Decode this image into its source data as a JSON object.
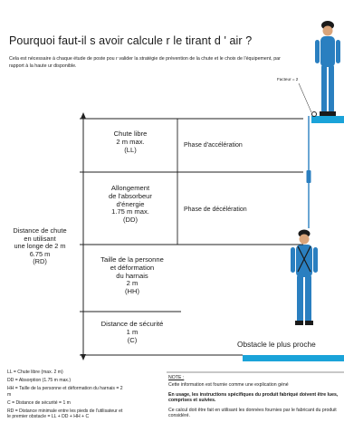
{
  "title": "Pourquoi faut-il s    avoir calcule   r le tirant d ' air ?",
  "intro": "Cela est nécessaire à chaque étude de poste pou      r valider la stratégie de prévention de la chute et le choix de l'équipement, par rapport à la haute       ur disponible.",
  "facteur": "Facteur = 2",
  "segments": {
    "ll": [
      "Chute libre",
      "2 m max.",
      "(LL)"
    ],
    "dd": [
      "Allongement",
      "de l'absorbeur",
      "d'énergie",
      "1.75 m max.",
      "(DD)"
    ],
    "hh": [
      "Taille de la personne",
      "et déformation",
      "du harnais",
      "2 m",
      "(HH)"
    ],
    "c": [
      "Distance de sécurité",
      "1 m",
      "(C)"
    ]
  },
  "phases": {
    "accel": "Phase d'accélération",
    "decel": "Phase de décélération"
  },
  "left_label": [
    "Distance de chute",
    "en utilisant",
    "une longe de   2 m",
    "6.75 m",
    "(RD)"
  ],
  "obstacle": "Obstacle le plus proche",
  "legend": [
    "LL = Chute libre (max. 2 m)",
    "DD = Absorption (1.75 m max.)",
    "HH = Taille de la personne et déformation du harnais = 2 m",
    "C = Distance de sécurité = 1 m",
    "RD = Distance minimale entre les pieds de l'utilisateur et le premier obstacle = LL + DD + HH + C"
  ],
  "note": {
    "title": "NOTE :",
    "p1": "Cette information est fournie comme une explication     géné",
    "p1b": "En usage, les instructions spécifiques du produit fabriqué doivent être lues, comprises et suivies.",
    "p2": "Ce calcul doit être fait en utilisant les données fournies par le fabricant du produit considéré."
  },
  "colors": {
    "platform": "#1aa3d9",
    "worker": "#2a7fc0",
    "skin": "#d9a47a",
    "helmet": "#1a1a1a",
    "lines": "#222222"
  }
}
